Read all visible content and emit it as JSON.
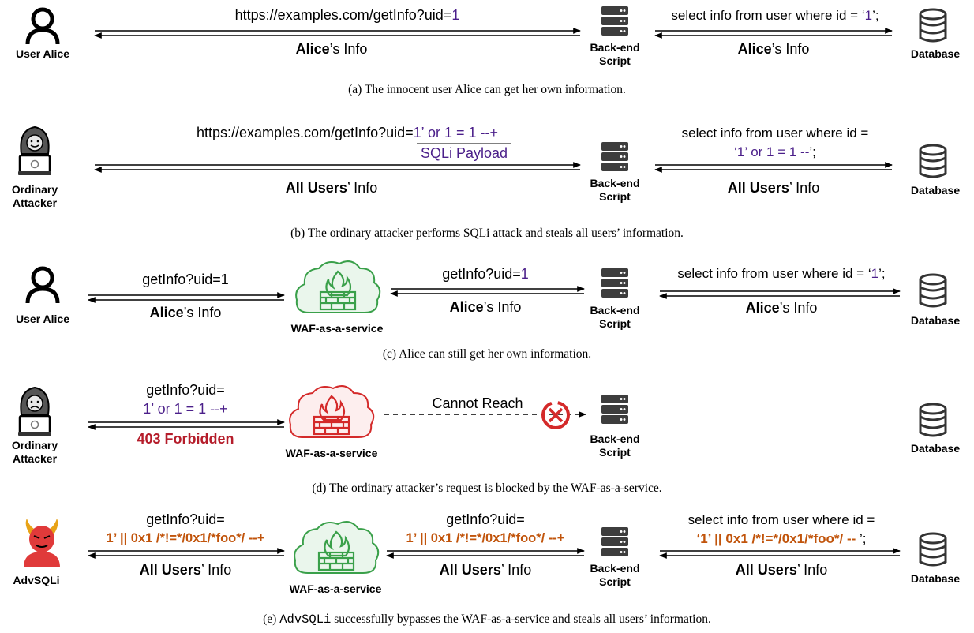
{
  "actors": {
    "user_alice": "User Alice",
    "ordinary_attacker": "Ordinary Attacker",
    "advsqli": "AdvSQLi",
    "backend": "Back-end Script",
    "database": "Database",
    "waf": "WAF-as-a-service"
  },
  "panel_a": {
    "request_prefix": "https://examples.com/getInfo?uid=",
    "request_value": "1",
    "response_bold": "Alice",
    "response_rest": "’s Info",
    "query_prefix": "select info from user where id = ‘",
    "query_value": "1",
    "query_suffix": "’;",
    "db_response_bold": "Alice",
    "db_response_rest": "’s  Info",
    "caption": "(a) The innocent user Alice can get her own information."
  },
  "panel_b": {
    "request_prefix": "https://examples.com/getInfo?uid=",
    "request_payload": "1’ or 1 = 1 --+",
    "payload_label": "SQLi Payload",
    "response_bold": "All Users",
    "response_rest": "’ Info",
    "query_line1": "select info from user where id =",
    "query_line2_value": "‘1’ or 1 = 1 --",
    "query_line2_suffix": "’;",
    "db_response_bold": "All Users",
    "db_response_rest": "’  Info",
    "caption": "(b) The ordinary attacker performs SQLi attack and steals all users’ information."
  },
  "panel_c": {
    "request": "getInfo?uid=1",
    "response_bold": "Alice",
    "response_rest": "’s Info",
    "forward_prefix": "getInfo?uid=",
    "forward_value": "1",
    "forward_response_bold": "Alice",
    "forward_response_rest": "’s Info",
    "query_prefix": "select info from user where id = ‘",
    "query_value": "1",
    "query_suffix": "’;",
    "db_response_bold": "Alice",
    "db_response_rest": "’s  Info",
    "caption": "(c) Alice can still get her own information."
  },
  "panel_d": {
    "request_line1": "getInfo?uid=",
    "request_line2": "1’ or 1 = 1 --+",
    "response": "403 Forbidden",
    "blocked": "Cannot Reach",
    "caption": "(d) The ordinary attacker’s request is blocked by the WAF-as-a-service."
  },
  "panel_e": {
    "request_line1": "getInfo?uid=",
    "request_line2": "1’ || 0x1 /*!=*/0x1/*foo*/ --+",
    "response_bold": "All Users",
    "response_rest": "’ Info",
    "forward_line1": "getInfo?uid=",
    "forward_line2": "1’ || 0x1 /*!=*/0x1/*foo*/ --+",
    "forward_response_bold": "All Users",
    "forward_response_rest": "’ Info",
    "query_line1": "select info from user where id =",
    "query_line2_value": "‘1’ || 0x1 /*!=*/0x1/*foo*/ -- ",
    "query_line2_suffix": "’;",
    "db_response_bold": "All Users",
    "db_response_rest": "’  Info",
    "caption_mono": "AdvSQLi",
    "caption_rest": " successfully bypasses the WAF-as-a-service and steals all users’ information."
  },
  "colors": {
    "purple": "#4b1f8a",
    "red": "#b51d2b",
    "orange": "#c1540b",
    "waf_green": "#3aa04a",
    "waf_red": "#d42a2a",
    "server_gray": "#3d3d3d"
  },
  "icons": [
    "user-icon",
    "hooded-attacker-icon",
    "devil-icon",
    "server-icon",
    "database-icon",
    "firewall-cloud-icon",
    "blocked-x-icon"
  ]
}
